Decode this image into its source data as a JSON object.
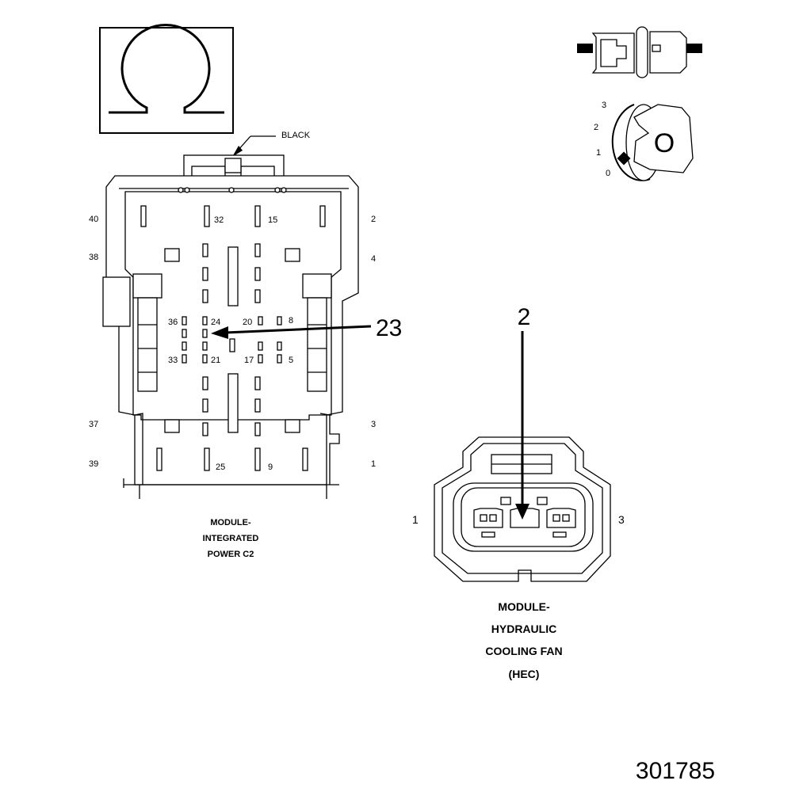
{
  "ohm_symbol": "Ω",
  "wire_color_label": "BLACK",
  "c2_outer_pins": {
    "left_40": "40",
    "left_38": "38",
    "left_37": "37",
    "left_39": "39",
    "right_2": "2",
    "right_4": "4",
    "right_3": "3",
    "right_1": "1"
  },
  "c2_inner_pins": {
    "p32": "32",
    "p15": "15",
    "p36": "36",
    "p24": "24",
    "p20": "20",
    "p8": "8",
    "p33": "33",
    "p21": "21",
    "p17": "17",
    "p5": "5",
    "p25": "25",
    "p9": "9"
  },
  "c2_callout": "23",
  "c2_title_lines": [
    "MODULE-",
    "INTEGRATED",
    "POWER C2"
  ],
  "hec_callout": "2",
  "hec_pin_left": "1",
  "hec_pin_right": "3",
  "hec_title_lines": [
    "MODULE-",
    "HYDRAULIC",
    "COOLING FAN",
    "(HEC)"
  ],
  "key_positions": [
    "3",
    "2",
    "1",
    "0"
  ],
  "key_letter": "O",
  "figure_number": "301785"
}
